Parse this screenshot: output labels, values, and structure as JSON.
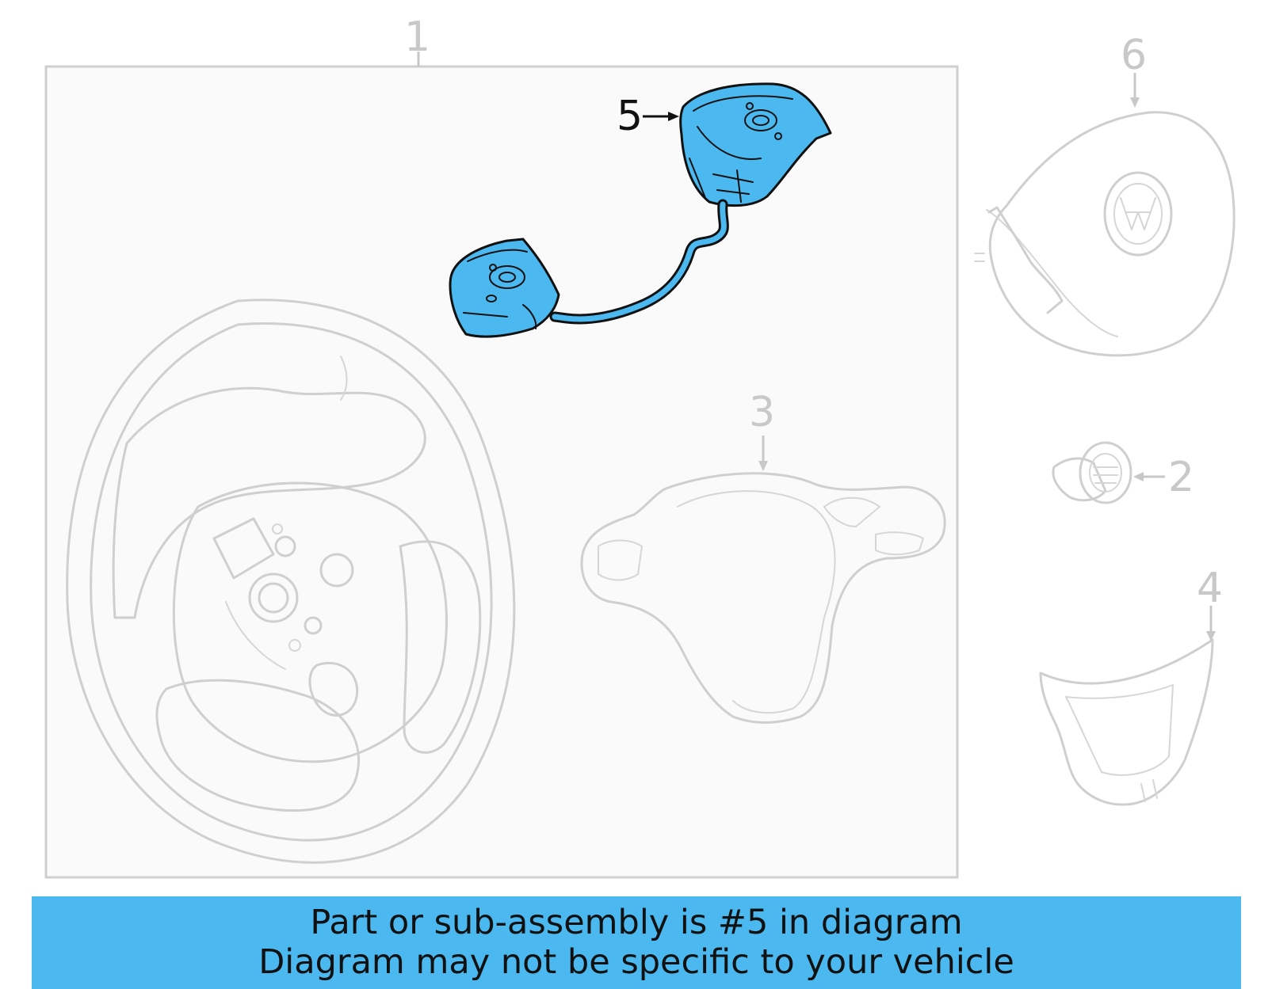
{
  "callouts": {
    "c1": "1",
    "c2": "2",
    "c3": "3",
    "c4": "4",
    "c5": "5",
    "c6": "6"
  },
  "highlighted_part": "5",
  "colors": {
    "highlight": "#4bb9f0",
    "ghost_line": "#cfcfcf",
    "frame_fill": "#fafafa",
    "banner": "#4bb9f0"
  },
  "footer": {
    "line1": "Part or sub-assembly is #5 in diagram",
    "line2": "Diagram may not be specific to your vehicle"
  }
}
